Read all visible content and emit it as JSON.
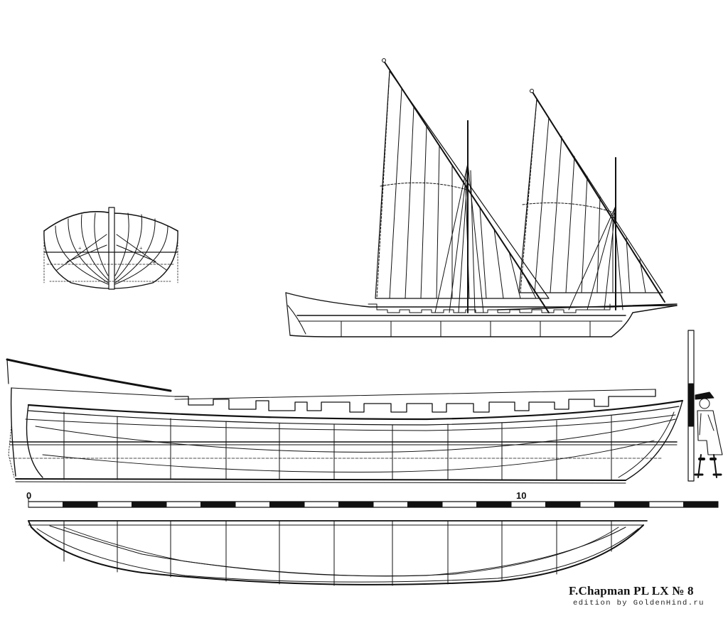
{
  "plate": {
    "title": "F.Chapman PL  LX     № 8",
    "edition": "edition by GoldenHind.ru"
  },
  "scale_bar": {
    "start_label": "0",
    "mid_label": "10",
    "segments": 20
  },
  "colors": {
    "ink": "#111111",
    "paper": "#ffffff"
  }
}
